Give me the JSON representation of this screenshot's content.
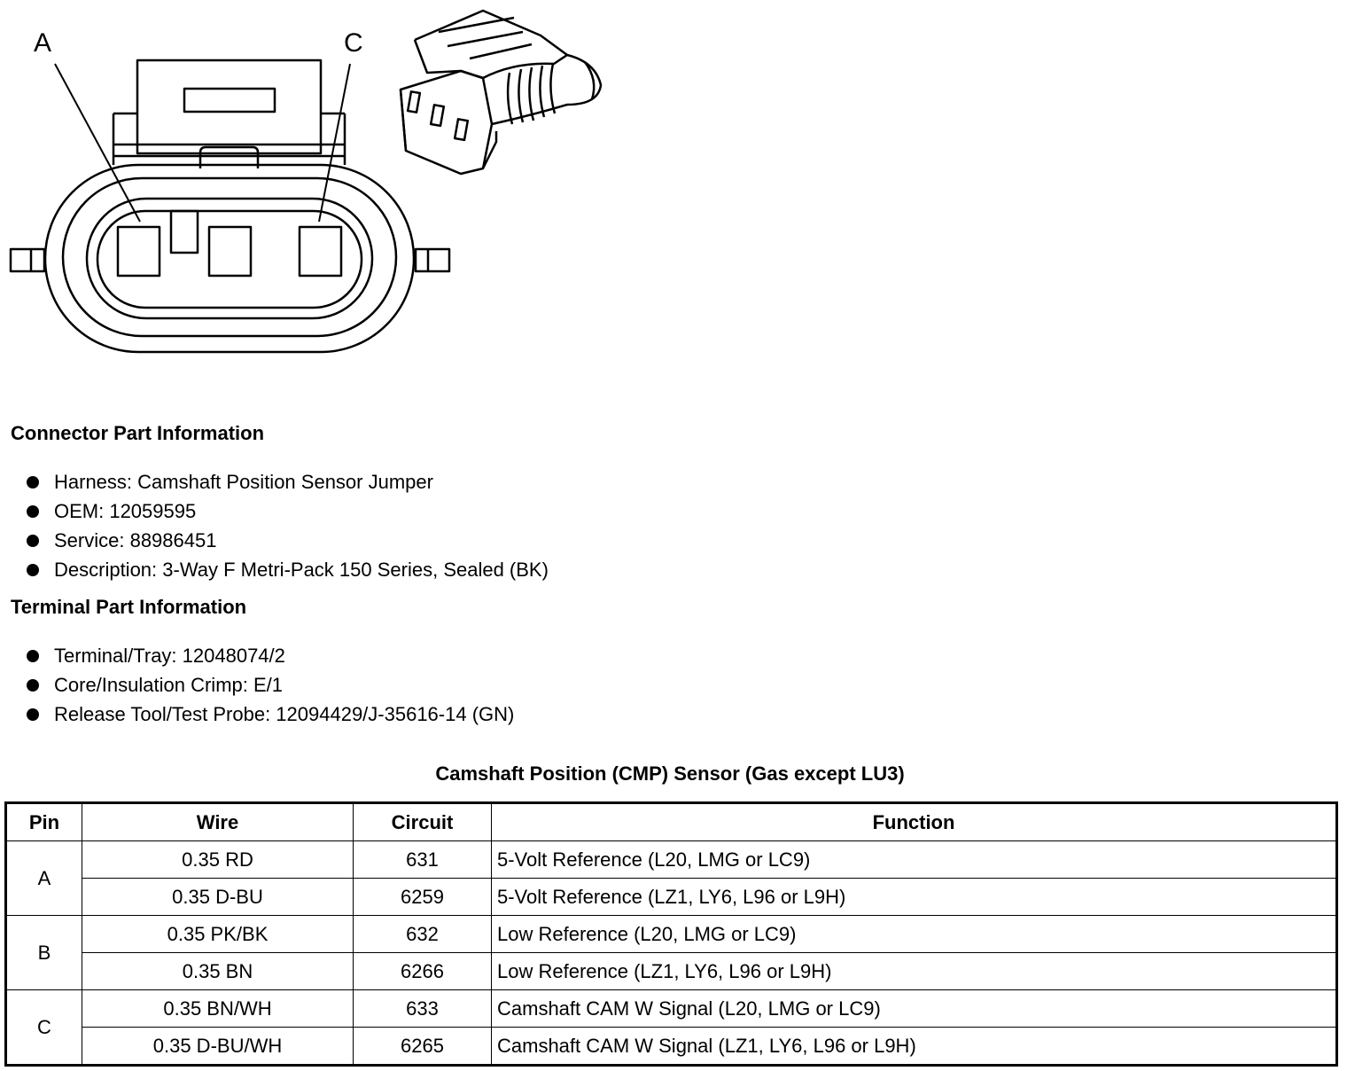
{
  "diagram": {
    "label_a": "A",
    "label_c": "C"
  },
  "connector_section": {
    "title": "Connector Part Information",
    "items": [
      "Harness: Camshaft Position Sensor Jumper",
      "OEM: 12059595",
      "Service: 88986451",
      "Description: 3-Way F Metri-Pack 150 Series, Sealed (BK)"
    ]
  },
  "terminal_section": {
    "title": "Terminal Part Information",
    "items": [
      "Terminal/Tray: 12048074/2",
      "Core/Insulation Crimp: E/1",
      "Release Tool/Test Probe: 12094429/J-35616-14 (GN)"
    ]
  },
  "table": {
    "title": "Camshaft Position (CMP) Sensor (Gas except LU3)",
    "headers": [
      "Pin",
      "Wire",
      "Circuit",
      "Function"
    ],
    "groups": [
      {
        "pin": "A",
        "rows": [
          {
            "wire": "0.35 RD",
            "circuit": "631",
            "function": "5-Volt Reference (L20, LMG or LC9)"
          },
          {
            "wire": "0.35 D-BU",
            "circuit": "6259",
            "function": "5-Volt Reference (LZ1, LY6, L96 or L9H)"
          }
        ]
      },
      {
        "pin": "B",
        "rows": [
          {
            "wire": "0.35 PK/BK",
            "circuit": "632",
            "function": "Low Reference (L20, LMG or LC9)"
          },
          {
            "wire": "0.35 BN",
            "circuit": "6266",
            "function": "Low Reference (LZ1, LY6, L96 or L9H)"
          }
        ]
      },
      {
        "pin": "C",
        "rows": [
          {
            "wire": "0.35 BN/WH",
            "circuit": "633",
            "function": "Camshaft CAM W Signal (L20, LMG or LC9)"
          },
          {
            "wire": "0.35 D-BU/WH",
            "circuit": "6265",
            "function": "Camshaft CAM W Signal (LZ1, LY6, L96 or L9H)"
          }
        ]
      }
    ]
  }
}
